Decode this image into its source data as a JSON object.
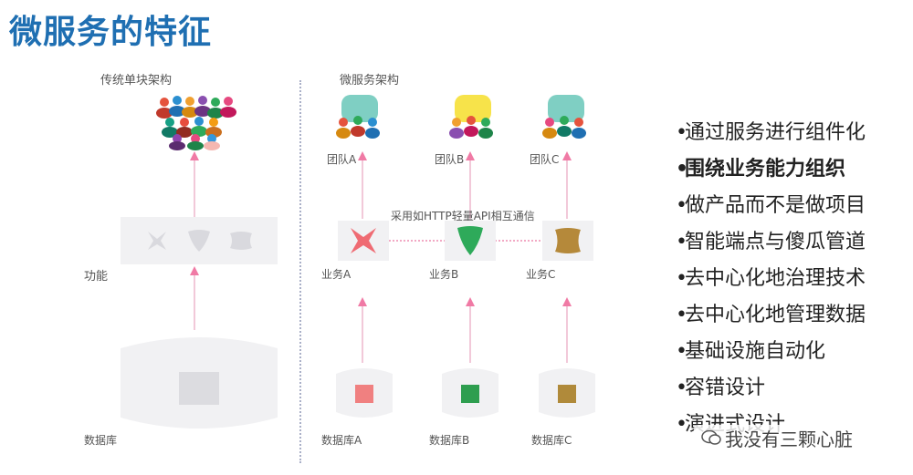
{
  "title": "微服务的特征",
  "left": {
    "heading": "传统单块架构",
    "function_label": "功能",
    "database_label": "数据库"
  },
  "right": {
    "heading": "微服务架构",
    "teams": [
      "团队A",
      "团队B",
      "团队C"
    ],
    "services": [
      "业务A",
      "业务B",
      "业务C"
    ],
    "databases": [
      "数据库A",
      "数据库B",
      "数据库C"
    ],
    "communication": "采用如HTTP轻量API相互通信"
  },
  "bullets": [
    {
      "text": "通过服务进行组件化",
      "bold": false
    },
    {
      "text": "围绕业务能力组织",
      "bold": true
    },
    {
      "text": "做产品而不是做项目",
      "bold": false
    },
    {
      "text": "智能端点与傻瓜管道",
      "bold": false
    },
    {
      "text": "去中心化地治理技术",
      "bold": false
    },
    {
      "text": "去中心化地管理数据",
      "bold": false
    },
    {
      "text": "基础设施自动化",
      "bold": false
    },
    {
      "text": "容错设计",
      "bold": false
    },
    {
      "text": "演进式设计",
      "bold": false
    }
  ],
  "bullet_char": "•",
  "watermark": "我没有三颗心脏",
  "colors": {
    "title": "#1f6fb2",
    "arrow": "#f07aa5",
    "service_a": "#ef6b73",
    "service_b": "#2eaa5a",
    "service_c": "#b5893a",
    "db_a": "#f08080",
    "db_b": "#2e9e4f",
    "db_c": "#b08a3a",
    "team_a_bg": "#7fcfc3",
    "team_b_bg": "#f7e34a",
    "team_c_bg": "#7fcfc3"
  }
}
